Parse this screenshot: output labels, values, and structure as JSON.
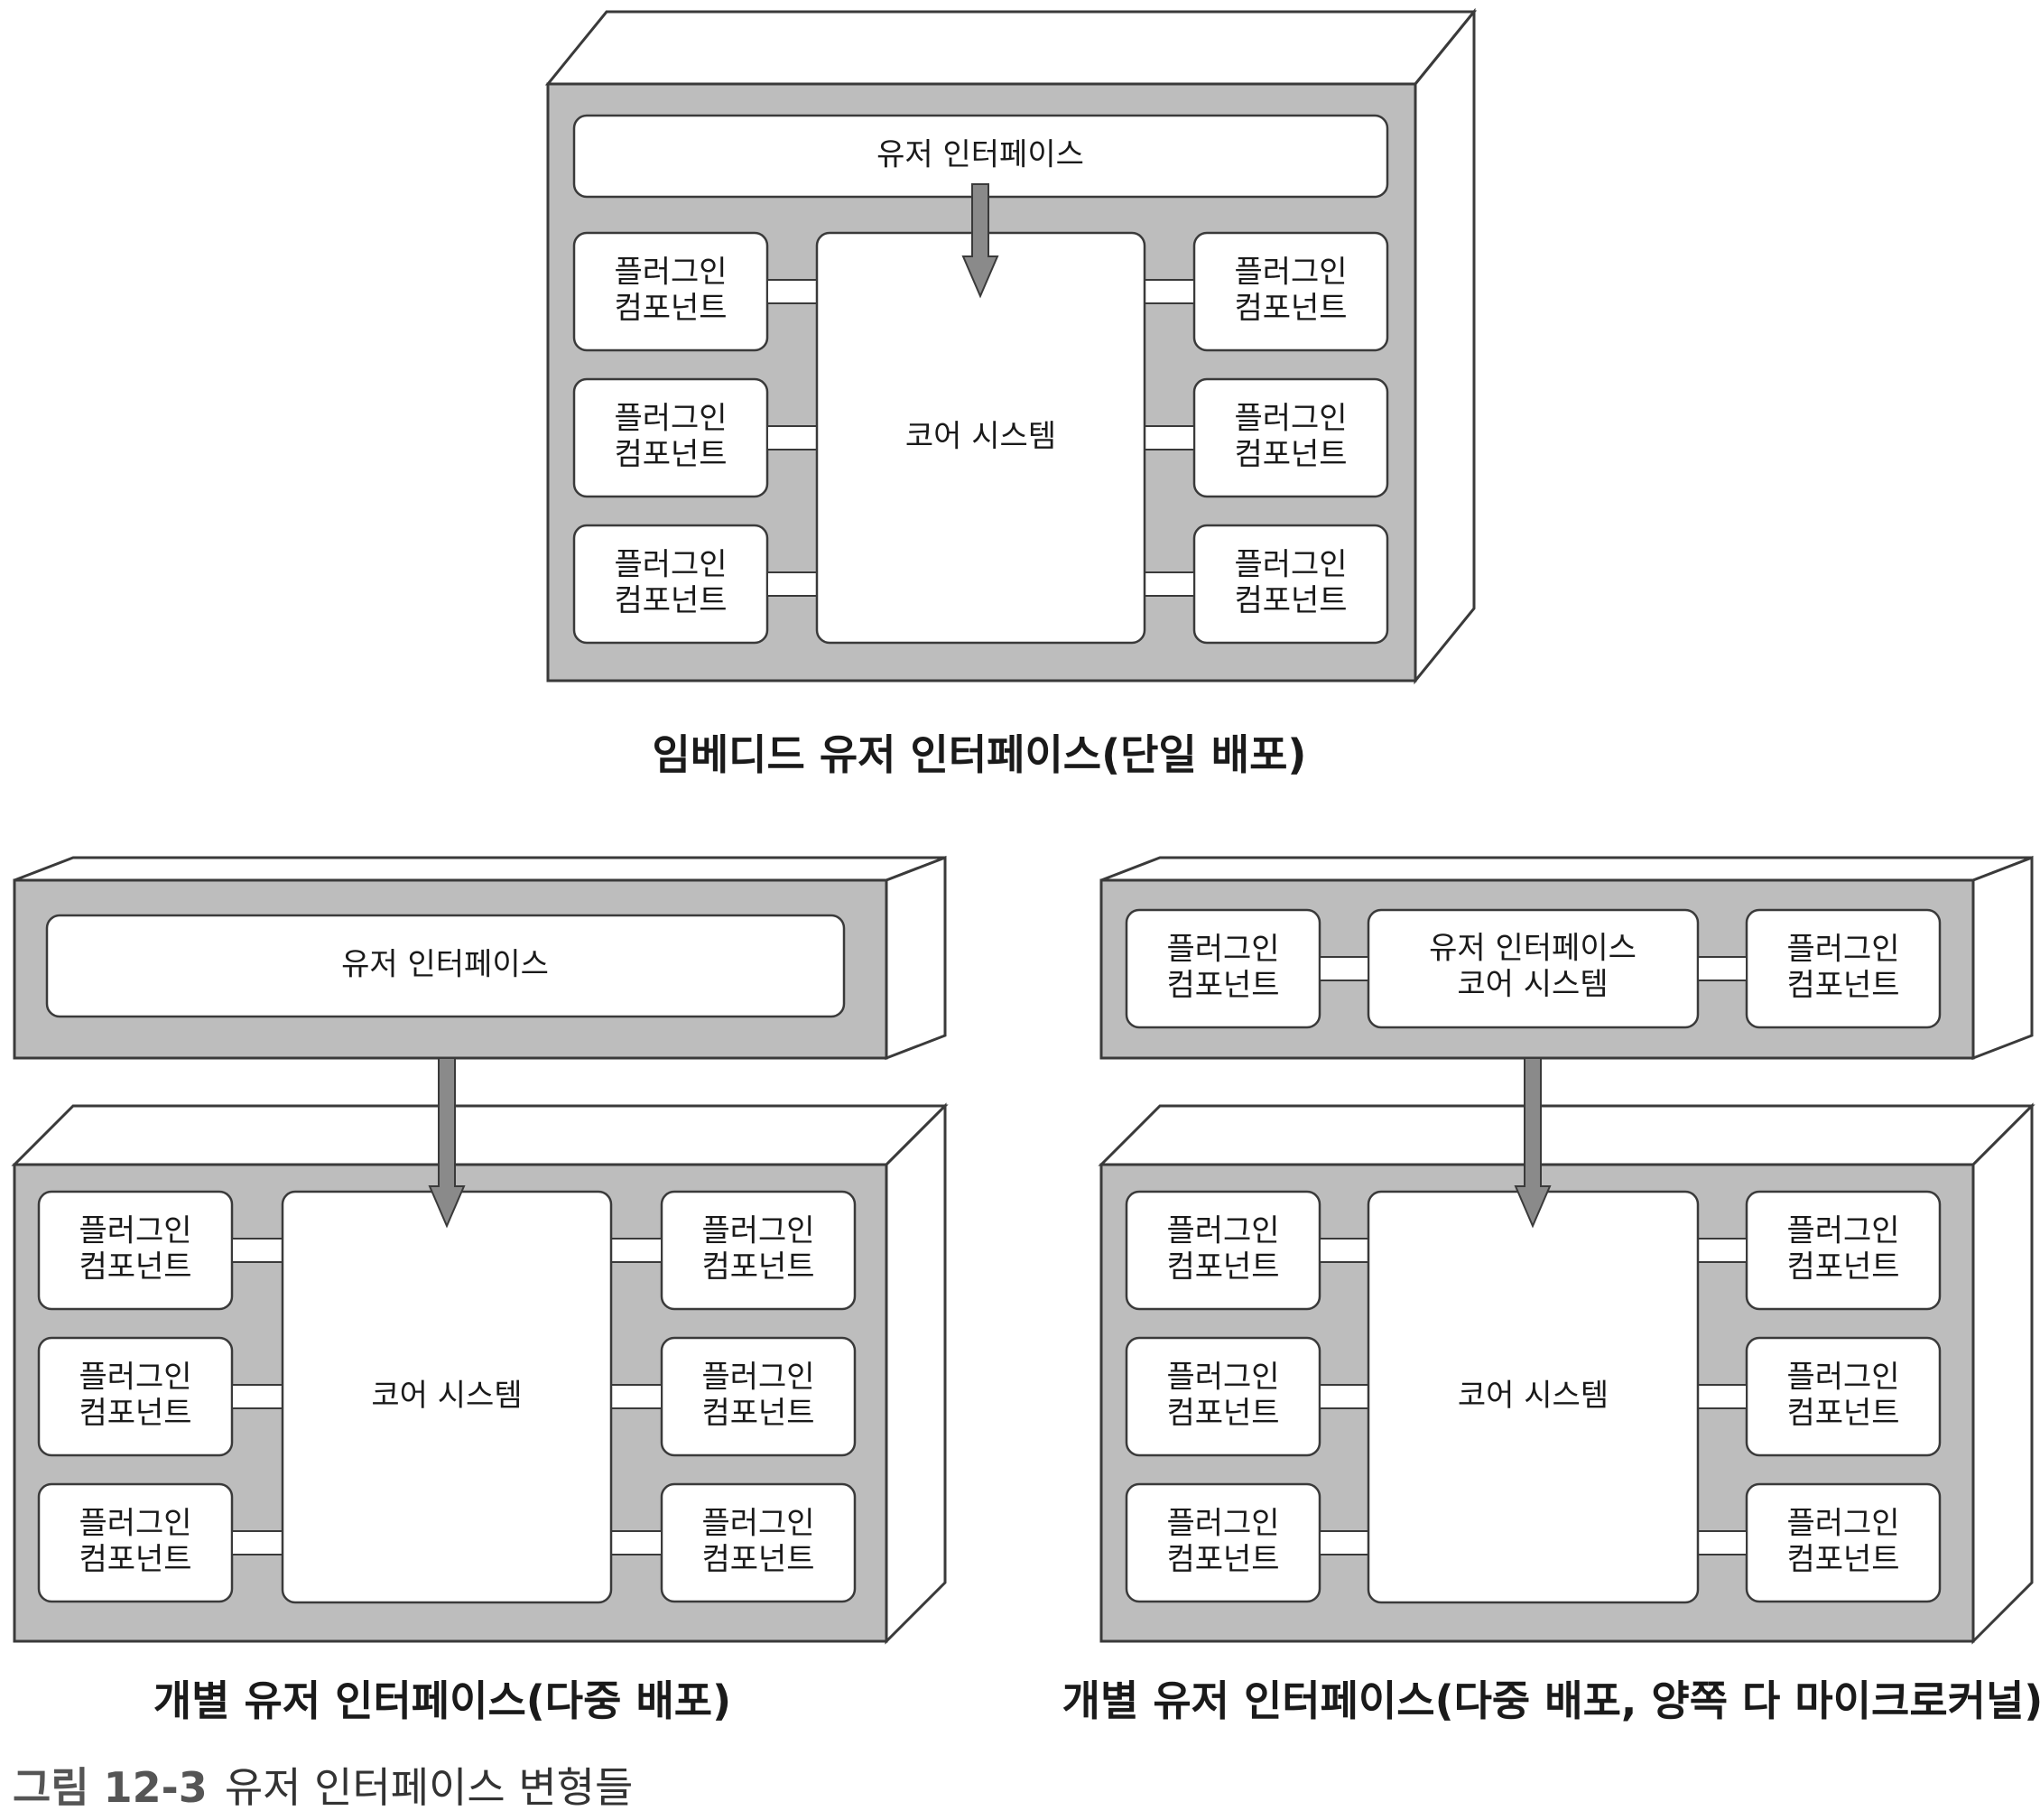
{
  "colors": {
    "container_fill": "#bdbdbd",
    "box_fill": "#ffffff",
    "stroke": "#3a3a3a",
    "arrow_fill": "#8a8a8a"
  },
  "labels": {
    "user_interface": "유저 인터페이스",
    "plugin_line1": "플러그인",
    "plugin_line2": "컴포넌트",
    "core_system": "코어 시스템",
    "ui_core_line1": "유저 인터페이스",
    "ui_core_line2": "코어 시스템"
  },
  "captions": {
    "embedded": "임베디드 유저 인터페이스(단일 배포)",
    "separate": "개별 유저 인터페이스(다중 배포)",
    "separate_microkernel": "개별 유저 인터페이스(다중 배포, 양쪽 다 마이크로커널)"
  },
  "figure": {
    "number": "그림 12-3",
    "title": "유저 인터페이스 변형들"
  }
}
